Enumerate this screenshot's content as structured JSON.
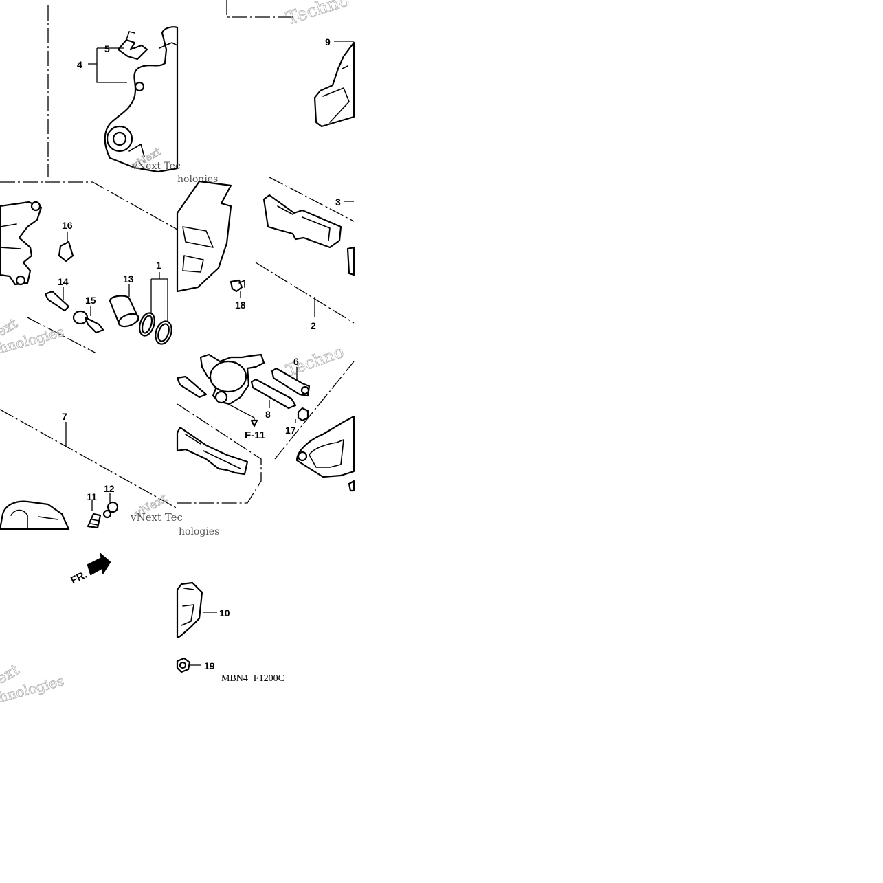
{
  "callouts": {
    "c1": "1",
    "c2": "2",
    "c3": "3",
    "c4": "4",
    "c5": "5",
    "c6": "6",
    "c7": "7",
    "c8": "8",
    "c9": "9",
    "c10": "10",
    "c11": "11",
    "c12": "12",
    "c13": "13",
    "c14": "14",
    "c15": "15",
    "c16": "16",
    "c17": "17",
    "c18": "18",
    "c19": "19"
  },
  "ref_label": "F-11",
  "front_label": "FR.",
  "diagram_code": "MBN4−F1200C",
  "watermarks": {
    "w1": "Techno",
    "w2": "vNext Tec",
    "w3": "hologies",
    "w4": "vNext",
    "w5": "hnologies",
    "w6": "Techno",
    "w7": "vNext Tec",
    "w8": "hologies",
    "w9": "ext",
    "w10": "hnologies"
  },
  "colors": {
    "line": "#000000",
    "background": "#ffffff",
    "watermark": "#b8b8b8"
  }
}
